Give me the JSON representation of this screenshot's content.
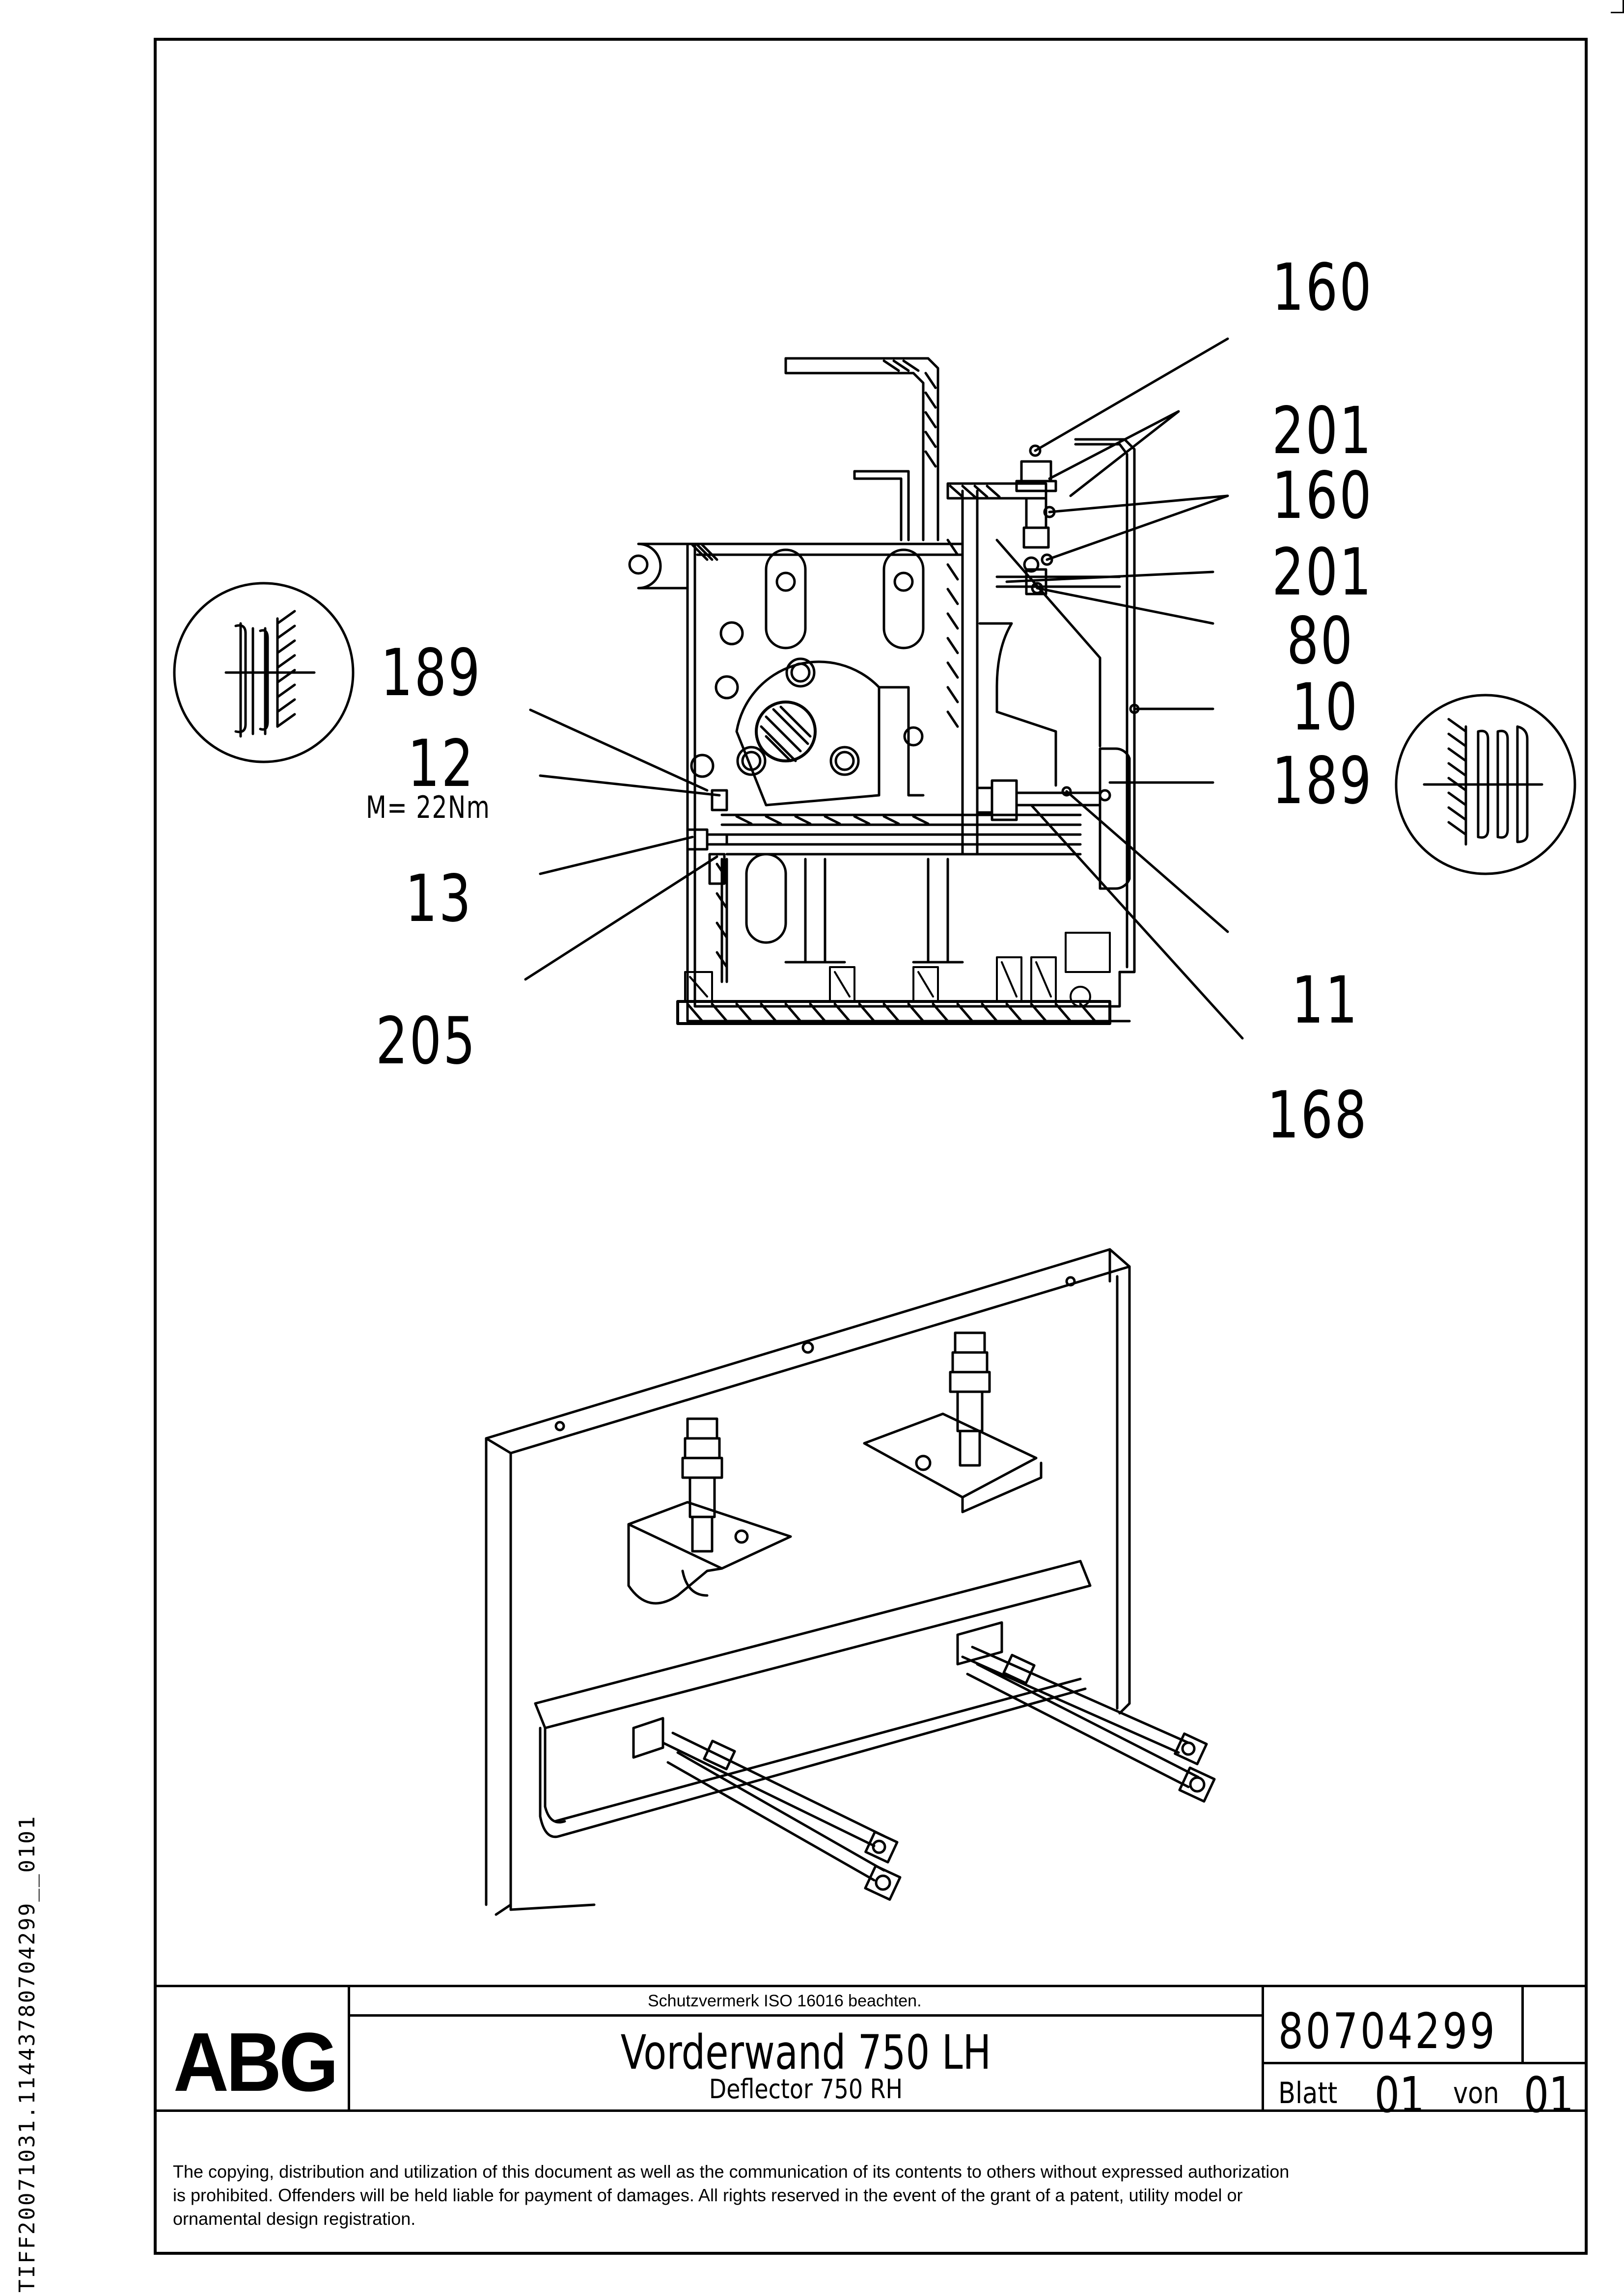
{
  "side_id": "TIFF20071031.11443780704299__0101",
  "callouts": {
    "c160a": "160",
    "c201a": "201",
    "c160b": "160",
    "c201b": "201",
    "c80": "80",
    "c10": "10",
    "c189r": "189",
    "c11": "11",
    "c168": "168",
    "c189l": "189",
    "c12": "12",
    "torque": "M= 22Nm",
    "c13": "13",
    "c205": "205"
  },
  "title_block": {
    "logo": "ABG",
    "protection_note": "Schutzvermerk ISO 16016 beachten.",
    "title": "Vorderwand 750 LH",
    "subtitle": "Deflector 750 RH",
    "drawing_number": "80704299",
    "sheet_label": "Blatt",
    "sheet_number": "01",
    "of_label": "von",
    "sheet_total": "01"
  },
  "copyright": {
    "line1": "The copying, distribution and utilization of this document as well as the communication of its contents to others without expressed authorization",
    "line2": "is prohibited. Offenders will be held liable for payment of damages. All rights reserved in the event of the grant of a patent, utility model or",
    "line3": "ornamental design registration."
  }
}
